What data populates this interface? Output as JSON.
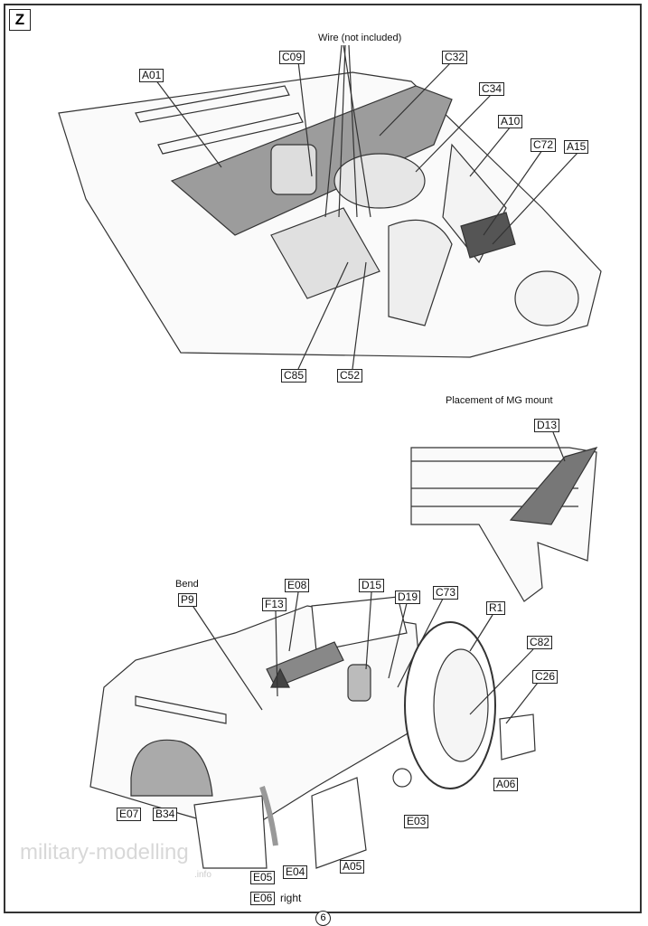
{
  "step": "Z",
  "page_number": "6",
  "notes": {
    "wire": "Wire (not included)",
    "mg_mount": "Placement of MG mount",
    "bend": "Bend",
    "right": "right"
  },
  "watermark": {
    "main": "military-modelling",
    "sub": ".info"
  },
  "top_parts": [
    "A01",
    "C09",
    "C32",
    "C34",
    "A10",
    "C72",
    "A15",
    "C85",
    "C52"
  ],
  "mg_parts": [
    "D13"
  ],
  "bottom_parts": [
    "P9",
    "E08",
    "F13",
    "D15",
    "D19",
    "C73",
    "R1",
    "C82",
    "C26",
    "A06",
    "E07",
    "B34",
    "E03",
    "A05",
    "E05",
    "E04",
    "E06"
  ]
}
